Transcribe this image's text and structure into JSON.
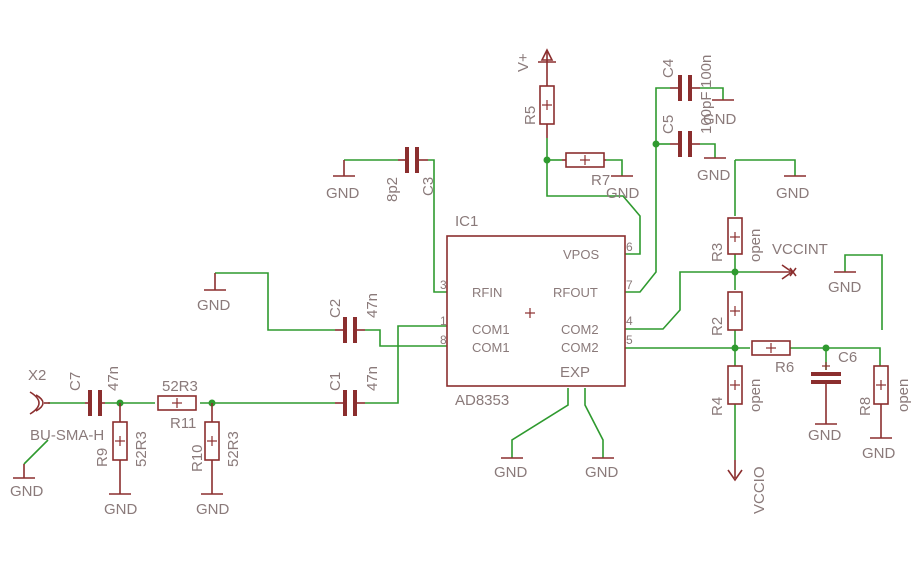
{
  "schematic": {
    "ic": {
      "name": "IC1",
      "part": "AD8353",
      "pins": {
        "vpos": "VPOS",
        "rfin": "RFIN",
        "rfout": "RFOUT",
        "com1a": "COM1",
        "com1b": "COM1",
        "com2a": "COM2",
        "com2b": "COM2",
        "exp": "EXP"
      },
      "pin_numbers": {
        "vpos": "6",
        "rfin": "3",
        "rfout": "7",
        "com1a": "1",
        "com1b": "8",
        "com2a": "4",
        "com2b": "5"
      }
    },
    "connector": {
      "name": "X2",
      "part": "BU-SMA-H"
    },
    "capacitors": {
      "c1": {
        "name": "C1",
        "value": "47n"
      },
      "c2": {
        "name": "C2",
        "value": "47n"
      },
      "c3": {
        "name": "C3",
        "value": "8p2"
      },
      "c4": {
        "name": "C4",
        "value": "100n"
      },
      "c5": {
        "name": "C5",
        "value": "100pF"
      },
      "c6": {
        "name": "C6"
      },
      "c7": {
        "name": "C7",
        "value": "47n"
      }
    },
    "resistors": {
      "r2": {
        "name": "R2"
      },
      "r3": {
        "name": "R3",
        "value": "open"
      },
      "r4": {
        "name": "R4",
        "value": "open"
      },
      "r5": {
        "name": "R5"
      },
      "r6": {
        "name": "R6"
      },
      "r7": {
        "name": "R7"
      },
      "r8": {
        "name": "R8",
        "value": "open"
      },
      "r9": {
        "name": "R9",
        "value": "52R3"
      },
      "r10": {
        "name": "R10",
        "value": "52R3"
      },
      "r11": {
        "name": "R11",
        "value": "52R3"
      }
    },
    "supplies": {
      "vplus": "V+",
      "vccint": "VCCINT",
      "vccio": "VCCIO",
      "gnd": "GND"
    }
  }
}
